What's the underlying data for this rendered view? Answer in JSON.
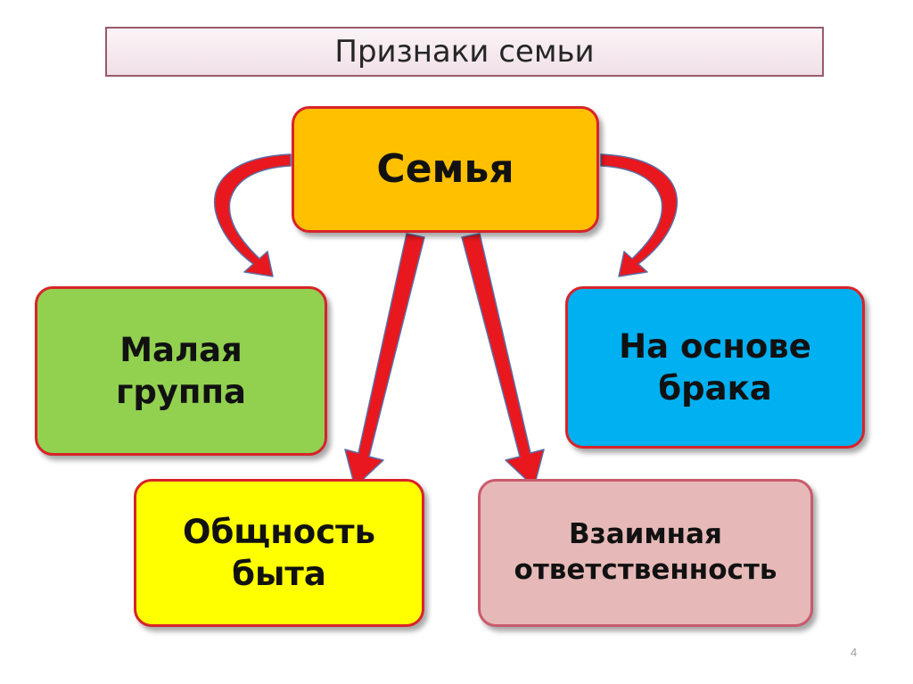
{
  "title": "Признаки семьи",
  "center": {
    "label": "Семья",
    "color": "#ffc000"
  },
  "nodes": {
    "small_group": {
      "label": "Малая\nгруппа",
      "color": "#92d050"
    },
    "marriage": {
      "label": "На основе\nбрака",
      "color": "#00b0f0"
    },
    "household": {
      "label": "Общность\nбыта",
      "color": "#ffff00"
    },
    "responsibility": {
      "label": "Взаимная\nответственность",
      "color": "#e6b9b8"
    }
  },
  "colors": {
    "arrow": "#e8181e",
    "arrow_outline": "#5b6fa6",
    "border": "#d8232a"
  },
  "page_number": "4"
}
